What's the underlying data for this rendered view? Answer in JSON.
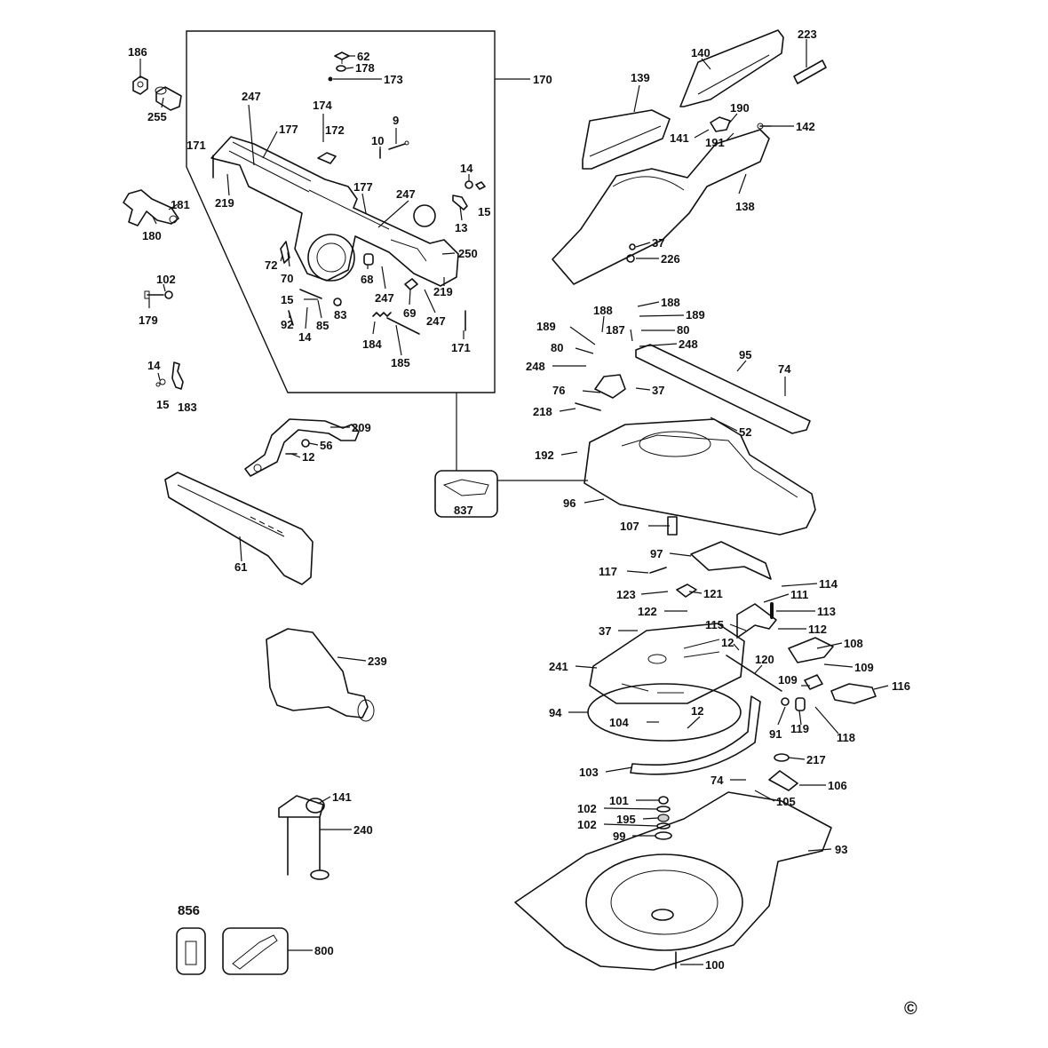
{
  "labels": {
    "l186": "186",
    "l255": "255",
    "l181": "181",
    "l180": "180",
    "l102a": "102",
    "l179": "179",
    "l14a": "14",
    "l15a": "15",
    "l183": "183",
    "l62": "62",
    "l178": "178",
    "l173": "173",
    "l170": "170",
    "l247a": "247",
    "l177a": "177",
    "l174": "174",
    "l172": "172",
    "l9": "9",
    "l10": "10",
    "l171a": "171",
    "l219a": "219",
    "l14b": "14",
    "l15b": "15",
    "l13": "13",
    "l177b": "177",
    "l247b": "247",
    "l250": "250",
    "l72": "72",
    "l70": "70",
    "l68": "68",
    "l247c": "247",
    "l15c": "15",
    "l83": "83",
    "l69": "69",
    "l219b": "219",
    "l247d": "247",
    "l92": "92",
    "l14c": "14",
    "l85": "85",
    "l184": "184",
    "l185": "185",
    "l171b": "171",
    "l209": "209",
    "l56": "56",
    "l12a": "12",
    "l61": "61",
    "l837": "837",
    "l239": "239",
    "l141a": "141",
    "l240": "240",
    "l856": "856",
    "l800": "800",
    "l223": "223",
    "l140": "140",
    "l139": "139",
    "l190": "190",
    "l142": "142",
    "l141b": "141",
    "l191": "191",
    "l138": "138",
    "l37a": "37",
    "l226": "226",
    "l188a": "188",
    "l188b": "188",
    "l187": "187",
    "l189a": "189",
    "l189b": "189",
    "l80a": "80",
    "l80b": "80",
    "l248a": "248",
    "l248b": "248",
    "l95": "95",
    "l74a": "74",
    "l76": "76",
    "l37b": "37",
    "l218": "218",
    "l52": "52",
    "l192": "192",
    "l96": "96",
    "l107": "107",
    "l97": "97",
    "l117": "117",
    "l114": "114",
    "l123": "123",
    "l121": "121",
    "l111": "111",
    "l122": "122",
    "l113": "113",
    "l37c": "37",
    "l115": "115",
    "l112": "112",
    "l12b": "12",
    "l108": "108",
    "l241": "241",
    "l120": "120",
    "l109a": "109",
    "l109b": "109",
    "l116": "116",
    "l94": "94",
    "l12c": "12",
    "l104": "104",
    "l91": "91",
    "l119": "119",
    "l118": "118",
    "l103": "103",
    "l217": "217",
    "l74b": "74",
    "l106": "106",
    "l101": "101",
    "l105": "105",
    "l102b": "102",
    "l195": "195",
    "l102c": "102",
    "l99": "99",
    "l93": "93",
    "l100": "100",
    "copyright": "©"
  },
  "colors": {
    "ink": "#111111",
    "background": "#ffffff"
  }
}
